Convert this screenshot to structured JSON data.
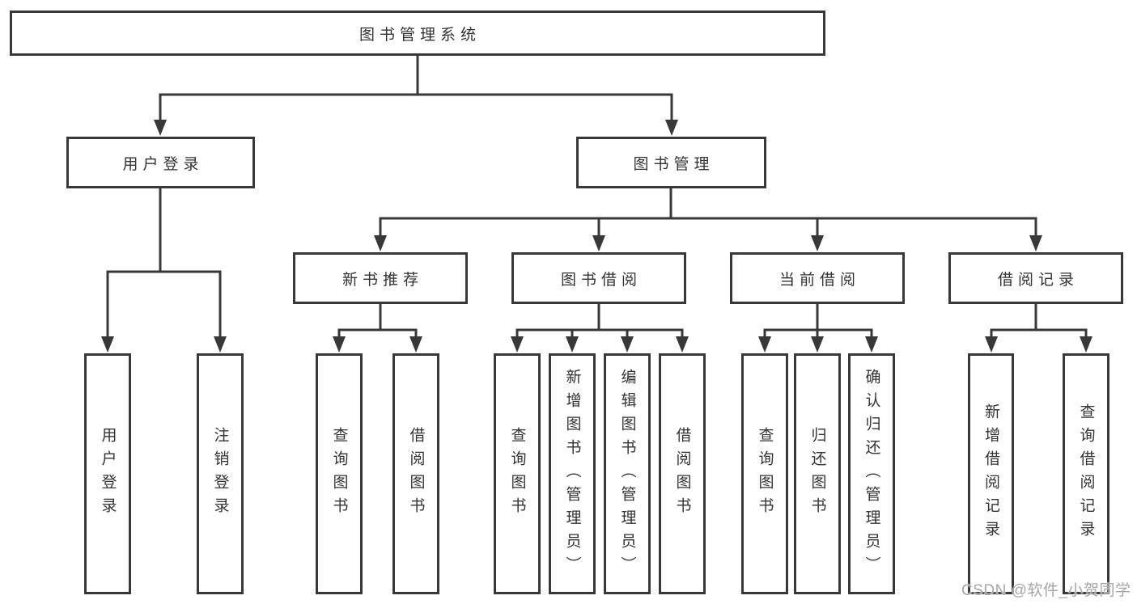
{
  "colors": {
    "line": "#383838",
    "box_border": "#383838",
    "text": "#333333",
    "background": "#ffffff",
    "watermark": "#a6a6a6"
  },
  "watermark": {
    "text": "CSDN @软件_小贺同学"
  },
  "tree": {
    "label": "图书管理系统",
    "children": [
      {
        "label": "用户登录",
        "children": [
          {
            "label": "用户登录"
          },
          {
            "label": "注销登录"
          }
        ]
      },
      {
        "label": "图书管理",
        "children": [
          {
            "label": "新书推荐",
            "children": [
              {
                "label": "查询图书"
              },
              {
                "label": "借阅图书"
              }
            ]
          },
          {
            "label": "图书借阅",
            "children": [
              {
                "label": "查询图书"
              },
              {
                "label": "新增图书（管理员）"
              },
              {
                "label": "编辑图书（管理员）"
              },
              {
                "label": "借阅图书"
              }
            ]
          },
          {
            "label": "当前借阅",
            "children": [
              {
                "label": "查询图书"
              },
              {
                "label": "归还图书"
              },
              {
                "label": "确认归还（管理员）"
              }
            ]
          },
          {
            "label": "借阅记录",
            "children": [
              {
                "label": "新增借阅记录"
              },
              {
                "label": "查询借阅记录"
              }
            ]
          }
        ]
      }
    ]
  }
}
